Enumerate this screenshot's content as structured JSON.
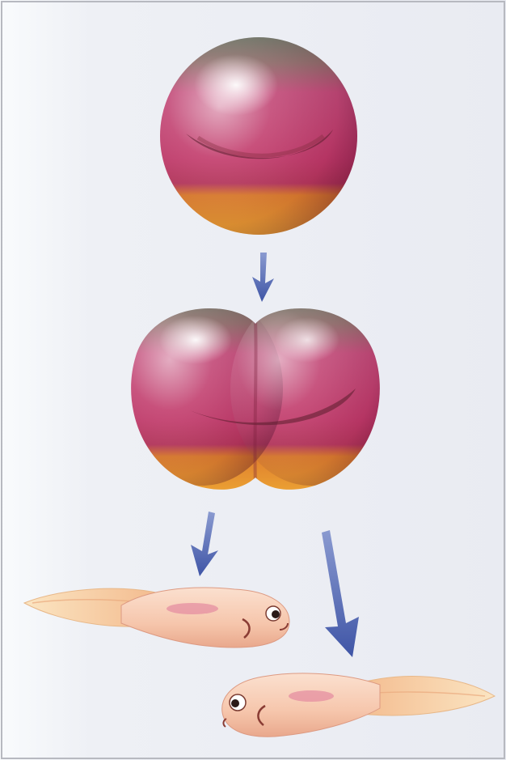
{
  "illustration": {
    "stages": [
      "zygote",
      "two-cell-embryo",
      "tadpole-left",
      "tadpole-right"
    ],
    "colors": {
      "background": "#eef0f5",
      "egg-top": "#7a6b5e",
      "egg-pink": "#c23a6a",
      "egg-highlight": "#ffffff",
      "egg-yolk": "#e89a2e",
      "arrow": "#5268b2",
      "tadpole-body": "#f6c6ac",
      "tadpole-fin": "#f9cf9e",
      "tadpole-mark": "#e48aa0"
    }
  }
}
